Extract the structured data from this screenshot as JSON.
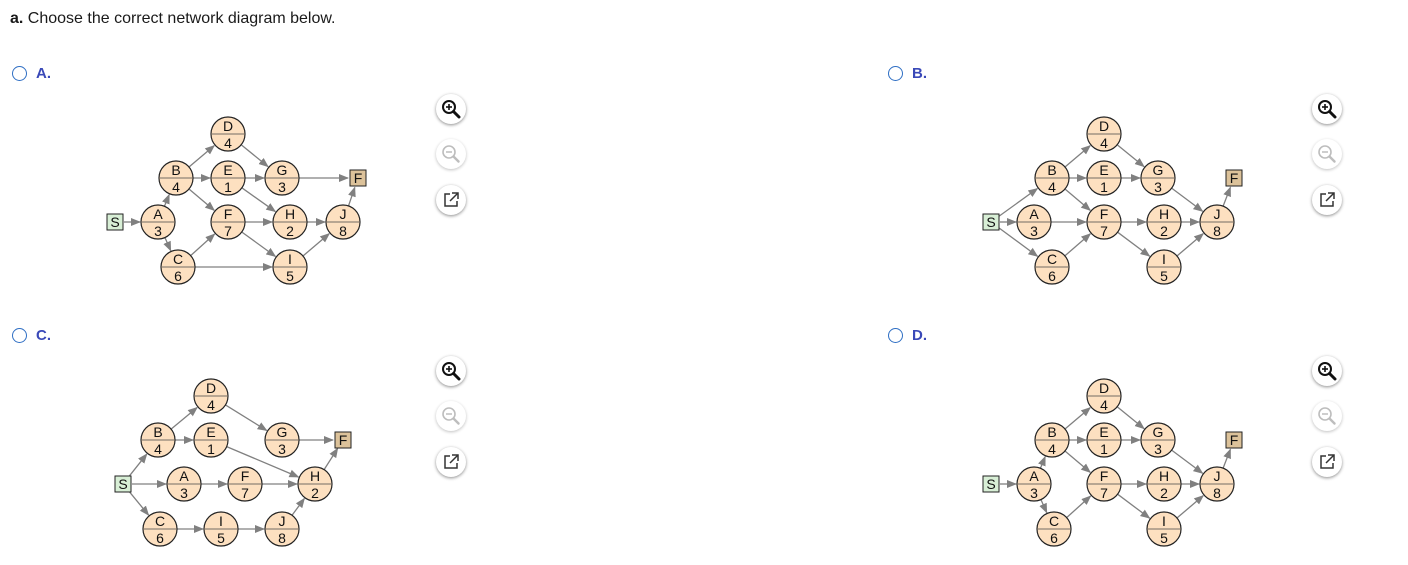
{
  "question": {
    "prefix": "a.",
    "text": " Choose the correct network diagram below."
  },
  "options": [
    {
      "letter": "A."
    },
    {
      "letter": "B."
    },
    {
      "letter": "C."
    },
    {
      "letter": "D."
    }
  ],
  "tools": [
    "zoom-in-icon",
    "zoom-out-icon",
    "open-new-window-icon"
  ],
  "colors": {
    "node": "#fde0c0",
    "start": "#d8efd6",
    "finish": "#dcc29a",
    "edge": "#808080",
    "radio": "#2f6fc4",
    "letter": "#3a49b8"
  },
  "diagrams": [
    {
      "S": {
        "label": "S"
      },
      "F": {
        "label": "F"
      },
      "nodes": [
        {
          "id": "A",
          "dur": "3"
        },
        {
          "id": "B",
          "dur": "4"
        },
        {
          "id": "C",
          "dur": "6"
        },
        {
          "id": "D",
          "dur": "4"
        },
        {
          "id": "E",
          "dur": "1"
        },
        {
          "id": "F",
          "dur": "7"
        },
        {
          "id": "G",
          "dur": "3"
        },
        {
          "id": "H",
          "dur": "2"
        },
        {
          "id": "I",
          "dur": "5"
        },
        {
          "id": "J",
          "dur": "8"
        }
      ],
      "edges": [
        [
          "S",
          "A"
        ],
        [
          "A",
          "B"
        ],
        [
          "A",
          "C"
        ],
        [
          "B",
          "D"
        ],
        [
          "B",
          "E"
        ],
        [
          "B",
          "F"
        ],
        [
          "D",
          "G"
        ],
        [
          "E",
          "G"
        ],
        [
          "E",
          "H"
        ],
        [
          "F",
          "H"
        ],
        [
          "F",
          "I"
        ],
        [
          "C",
          "F"
        ],
        [
          "C",
          "I"
        ],
        [
          "G",
          "FIN"
        ],
        [
          "H",
          "J"
        ],
        [
          "I",
          "J"
        ],
        [
          "J",
          "FIN"
        ]
      ]
    },
    {
      "S": {
        "label": "S"
      },
      "F": {
        "label": "F"
      },
      "nodes": [
        {
          "id": "A",
          "dur": "3"
        },
        {
          "id": "B",
          "dur": "4"
        },
        {
          "id": "C",
          "dur": "6"
        },
        {
          "id": "D",
          "dur": "4"
        },
        {
          "id": "E",
          "dur": "1"
        },
        {
          "id": "F",
          "dur": "7"
        },
        {
          "id": "G",
          "dur": "3"
        },
        {
          "id": "H",
          "dur": "2"
        },
        {
          "id": "I",
          "dur": "5"
        },
        {
          "id": "J",
          "dur": "8"
        }
      ],
      "edges": [
        [
          "S",
          "A"
        ],
        [
          "S",
          "B"
        ],
        [
          "S",
          "C"
        ],
        [
          "B",
          "D"
        ],
        [
          "B",
          "E"
        ],
        [
          "B",
          "F"
        ],
        [
          "A",
          "F"
        ],
        [
          "D",
          "G"
        ],
        [
          "E",
          "G"
        ],
        [
          "C",
          "F"
        ],
        [
          "F",
          "H"
        ],
        [
          "F",
          "I"
        ],
        [
          "G",
          "J"
        ],
        [
          "H",
          "J"
        ],
        [
          "I",
          "J"
        ],
        [
          "J",
          "FIN"
        ]
      ]
    },
    {
      "S": {
        "label": "S"
      },
      "F": {
        "label": "F"
      },
      "nodes": [
        {
          "id": "A",
          "dur": "3"
        },
        {
          "id": "B",
          "dur": "4"
        },
        {
          "id": "C",
          "dur": "6"
        },
        {
          "id": "D",
          "dur": "4"
        },
        {
          "id": "E",
          "dur": "1"
        },
        {
          "id": "F",
          "dur": "7"
        },
        {
          "id": "G",
          "dur": "3"
        },
        {
          "id": "H",
          "dur": "2"
        },
        {
          "id": "I",
          "dur": "5"
        },
        {
          "id": "J",
          "dur": "8"
        }
      ],
      "edges": [
        [
          "S",
          "B"
        ],
        [
          "S",
          "A"
        ],
        [
          "S",
          "C"
        ],
        [
          "B",
          "D"
        ],
        [
          "B",
          "E"
        ],
        [
          "D",
          "G"
        ],
        [
          "E",
          "H"
        ],
        [
          "A",
          "F"
        ],
        [
          "F",
          "H"
        ],
        [
          "C",
          "I"
        ],
        [
          "I",
          "J"
        ],
        [
          "J",
          "H"
        ],
        [
          "G",
          "FIN"
        ],
        [
          "H",
          "FIN"
        ]
      ]
    },
    {
      "S": {
        "label": "S"
      },
      "F": {
        "label": "F"
      },
      "nodes": [
        {
          "id": "A",
          "dur": "3"
        },
        {
          "id": "B",
          "dur": "4"
        },
        {
          "id": "C",
          "dur": "6"
        },
        {
          "id": "D",
          "dur": "4"
        },
        {
          "id": "E",
          "dur": "1"
        },
        {
          "id": "F",
          "dur": "7"
        },
        {
          "id": "G",
          "dur": "3"
        },
        {
          "id": "H",
          "dur": "2"
        },
        {
          "id": "I",
          "dur": "5"
        },
        {
          "id": "J",
          "dur": "8"
        }
      ],
      "edges": [
        [
          "S",
          "A"
        ],
        [
          "A",
          "B"
        ],
        [
          "A",
          "C"
        ],
        [
          "B",
          "D"
        ],
        [
          "B",
          "E"
        ],
        [
          "B",
          "F"
        ],
        [
          "D",
          "G"
        ],
        [
          "E",
          "G"
        ],
        [
          "C",
          "F"
        ],
        [
          "F",
          "H"
        ],
        [
          "F",
          "I"
        ],
        [
          "G",
          "J"
        ],
        [
          "H",
          "J"
        ],
        [
          "I",
          "J"
        ],
        [
          "J",
          "FIN"
        ]
      ]
    }
  ]
}
